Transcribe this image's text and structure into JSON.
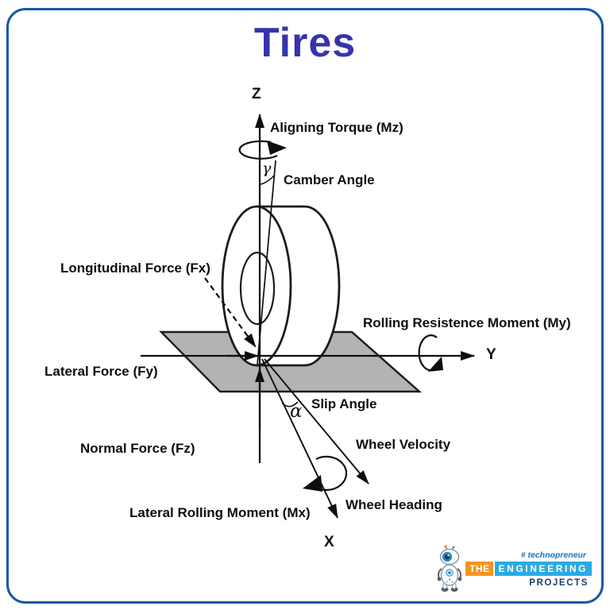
{
  "title": {
    "text": "Tires",
    "color": "#3534ad"
  },
  "frame": {
    "border_color": "#1558a6"
  },
  "diagram": {
    "axes": {
      "z": "Z",
      "y": "Y",
      "x": "X"
    },
    "greek": {
      "gamma": "γ",
      "alpha": "α"
    },
    "labels": {
      "aligning_torque": "Aligning Torque (Mz)",
      "camber_angle": "Camber Angle",
      "longitudinal_force": "Longitudinal Force (Fx)",
      "rolling_resistance_moment": "Rolling Resistence Moment (My)",
      "lateral_force": "Lateral Force (Fy)",
      "slip_angle": "Slip Angle",
      "wheel_velocity": "Wheel Velocity",
      "normal_force": "Normal Force (Fz)",
      "lateral_rolling_moment": "Lateral Rolling Moment (Mx)",
      "wheel_heading": "Wheel Heading"
    },
    "colors": {
      "line": "#1c1c1c",
      "ground_fill": "#b3b3b3",
      "tire_fill": "#ffffff"
    }
  },
  "logo": {
    "tagline": "# technopreneur",
    "brand_the": "THE",
    "brand_engineering": "ENGINEERING",
    "brand_projects": "PROJECTS",
    "colors": {
      "tagline": "#1b75bc",
      "the_bg": "#f7941e",
      "engineering_bg": "#29abe2",
      "projects_text": "#1c3f6e"
    }
  }
}
